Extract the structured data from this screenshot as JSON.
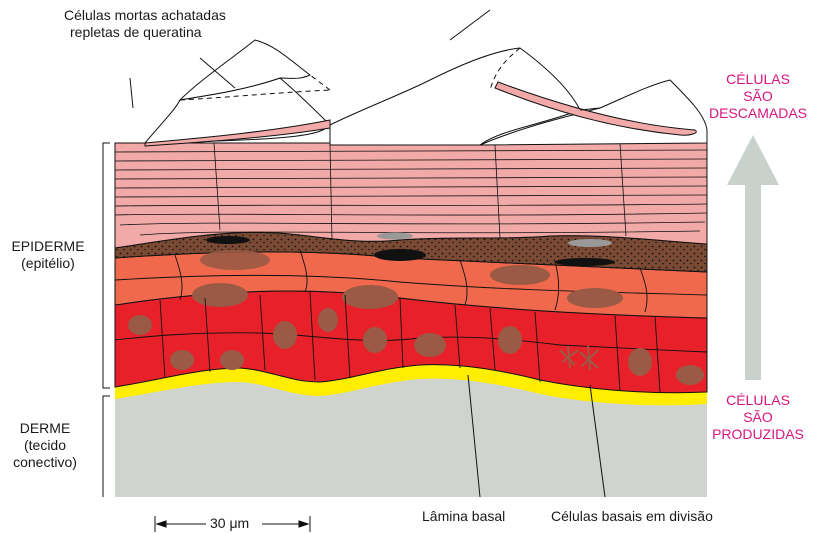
{
  "labels": {
    "dead_cells_line1": "Células mortas achatadas",
    "dead_cells_line2": "repletas de queratina",
    "epidermis_line1": "EPIDERME",
    "epidermis_line2": "(epitélio)",
    "dermis_line1": "DERME",
    "dermis_line2": "(tecido",
    "dermis_line3": "conectivo)",
    "shed_line1": "CÉLULAS",
    "shed_line2": "SÃO",
    "shed_line3": "DESCAMADAS",
    "produced_line1": "CÉLULAS",
    "produced_line2": "SÃO",
    "produced_line3": "PRODUZIDAS",
    "basal_lamina": "Lâmina basal",
    "dividing_cells": "Células basais em divisão",
    "scale_bar": "30 μm"
  },
  "colors": {
    "dermis": "#cfd4cf",
    "basal_lamina": "#ffee00",
    "basal_cells": "#e8202a",
    "spinous_cells": "#f0694d",
    "granular_layer": "#7a4a34",
    "keratinized_cells": "#f2aaa8",
    "nucleus": "#9a5a45",
    "arrow": "#c9d1cc",
    "accent_text": "#d6157f"
  }
}
